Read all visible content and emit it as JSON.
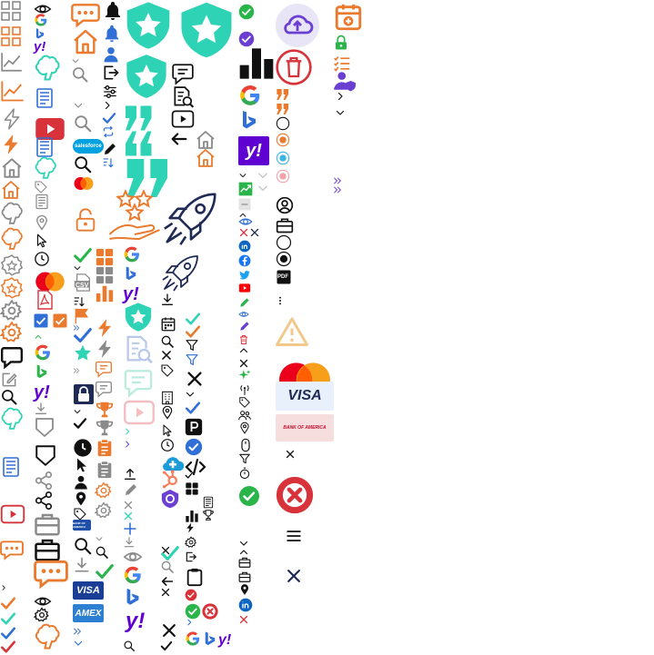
{
  "title": "",
  "colors": {
    "gray": "#8a8a8a",
    "orange": "#ea7a2e",
    "black": "#111111",
    "teal": "#2ed3b5",
    "green": "#2ab54a",
    "blue": "#2f6fd6",
    "purple": "#6a3fd1",
    "red": "#d8333a",
    "navy": "#1f2a55",
    "yahoo": "#5f01d1"
  },
  "labels": {
    "visa": "VISA",
    "amex": "AMEX",
    "csv": "CSV",
    "pdf": "PDF",
    "salesforce": "salesforce",
    "bank": "BANK OF AMERICA",
    "yahoo": "y!"
  },
  "icons": [
    "grid-icon",
    "eye-icon",
    "bell-icon",
    "star-shield-icon",
    "check-circle-icon",
    "cloud-upload-icon",
    "calendar-add-icon",
    "chart-line-icon",
    "chat-star-icon",
    "home-icon",
    "lightning-icon",
    "brain-icon",
    "document-icon",
    "play-icon",
    "tag-icon",
    "location-icon",
    "cursor-icon",
    "clock-icon",
    "star-badge-icon",
    "gear-icon",
    "speech-bubble-icon",
    "edit-icon",
    "search-icon",
    "padlock-icon",
    "rocket-icon",
    "stars-hand-icon",
    "quote-icon",
    "bar-chart-icon",
    "trash-icon",
    "lock-icon",
    "checklist-icon",
    "user-shield-icon",
    "chevron-right-icon",
    "chevron-down-icon",
    "radio-icon",
    "user-circle-icon",
    "briefcase-icon",
    "warning-icon",
    "mastercard-icon",
    "visa-icon",
    "bank-of-america-icon",
    "close-icon",
    "error-circle-icon",
    "menu-icon",
    "google-icon",
    "bing-icon",
    "yahoo-icon",
    "linkedin-icon",
    "facebook-icon",
    "twitter-icon",
    "youtube-icon",
    "filter-icon",
    "trophy-icon",
    "code-icon",
    "share-icon",
    "download-icon",
    "upload-icon",
    "mouse-icon",
    "timer-icon",
    "pdf-icon",
    "csv-icon",
    "salesforce-icon"
  ]
}
